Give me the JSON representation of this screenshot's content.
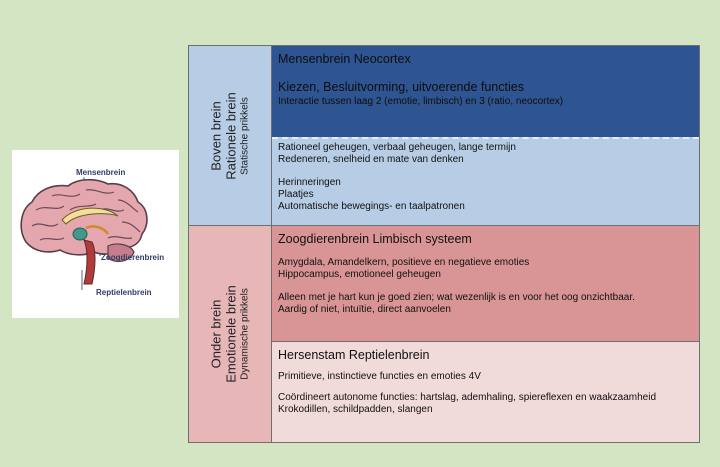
{
  "brain": {
    "labels": {
      "mensenbrein": "Mensenbrein",
      "zoogdierenbrein": "Zoogdierenbrein",
      "reptielenbrein": "Reptielenbrein"
    }
  },
  "side": {
    "top": {
      "title": "Boven brein",
      "subtitle": "Rationele brein",
      "caption": "Statische prikkels"
    },
    "bottom": {
      "title": "Onder brein",
      "subtitle": "Emotionele brein",
      "caption": "Dynamische prikkels"
    }
  },
  "neocortex": {
    "heading": "Mensenbrein Neocortex",
    "subheading": "Kiezen, Besluitvorming, uitvoerende functies",
    "line": "Interactie tussen laag 2 (emotie, limbisch) en 3 (ratio, neocortex)"
  },
  "rational": {
    "lines": [
      "Rationeel geheugen, verbaal geheugen, lange termijn",
      "Redeneren, snelheid en mate van denken"
    ],
    "lines2": [
      "Herinneringen",
      "Plaatjes",
      "Automatische bewegings- en  taalpatronen"
    ]
  },
  "limbic": {
    "heading": "Zoogdierenbrein Limbisch systeem",
    "lines": [
      "Amygdala, Amandelkern, positieve en negatieve emoties",
      "Hippocampus, emotioneel geheugen"
    ],
    "lines2": [
      "Alleen met je hart kun je goed zien; wat wezenlijk is en voor het oog onzichtbaar.",
      "Aardig of niet, intuïtie, direct aanvoelen"
    ]
  },
  "reptile": {
    "heading": "Hersenstam Reptielenbrein",
    "line1": "Primitieve, instinctieve functies en emoties  4V",
    "lines2": [
      "Coördineert autonome functies: hartslag, ademhaling, spiereflexen en waakzaamheid",
      "Krokodillen, schildpadden, slangen"
    ]
  },
  "colors": {
    "background": "#d4e5c3",
    "neocortex": "#2e5591",
    "rational": "#b7cde5",
    "limbic": "#d99595",
    "reptile": "#f1dada",
    "side_bottom": "#e7b6b6"
  }
}
